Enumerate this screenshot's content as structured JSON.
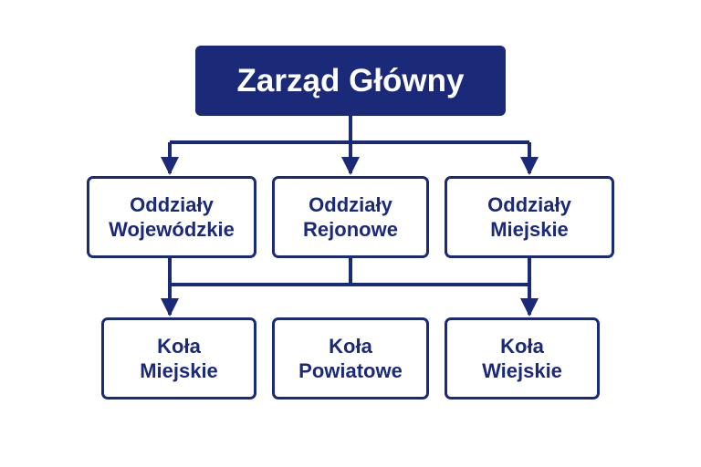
{
  "colors": {
    "primary": "#1a2a78",
    "background": "#ffffff"
  },
  "root": {
    "label": "Zarząd Główny"
  },
  "level2": [
    {
      "line1": "Oddziały",
      "line2": "Wojewódzkie"
    },
    {
      "line1": "Oddziały",
      "line2": "Rejonowe"
    },
    {
      "line1": "Oddziały",
      "line2": "Miejskie"
    }
  ],
  "level3": [
    {
      "line1": "Koła",
      "line2": "Miejskie"
    },
    {
      "line1": "Koła",
      "line2": "Powiatowe"
    },
    {
      "line1": "Koła",
      "line2": "Wiejskie"
    }
  ]
}
